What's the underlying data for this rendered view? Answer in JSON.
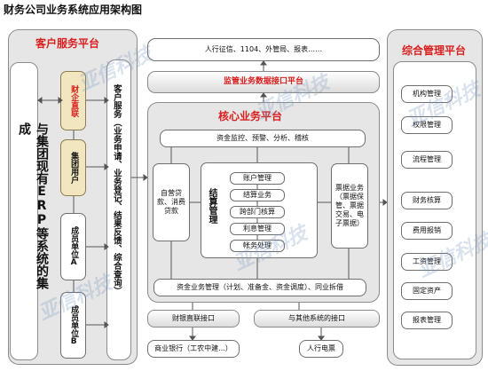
{
  "title": "财务公司业务系统应用架构图",
  "customer_platform": {
    "label": "客户服务平台",
    "erp_text": "与集团现有ERP等系统的集成",
    "finance_link": "财企直联",
    "group_user": "集团用户",
    "member_a": "成员单位A",
    "member_b": "成员单位B",
    "customer_service": "客户服务（业务申请、业务登记、结果反馈、综合查询）"
  },
  "top_reports": "人行征信、1104、外管局、报表……",
  "supervision_interface": "监管业务数据接口平台",
  "core_platform": {
    "label": "核心业务平台",
    "monitoring": "资金监控、预警、分析、稽核",
    "self_loans": "自营贷款、消费贷款",
    "settlement": "结算管理",
    "settlement_items": [
      "账户管理",
      "结算业务",
      "跨部门核算",
      "利息管理",
      "帐务处理"
    ],
    "bill_business": "票据业务（票据保管、票据交易、电子票据）",
    "fund_business": "资金业务管理（计划、准备金、资金调度）、同业拆借"
  },
  "bottom": {
    "cbrc_interface": "财银直联接口",
    "other_interface": "与其他系统的接口",
    "commercial_bank": "商业银行（工农中建...）",
    "pboc_ticket": "人行电票"
  },
  "management_platform": {
    "label": "综合管理平台",
    "items": [
      "机构管理",
      "权限管理",
      "流程管理",
      "财务核算",
      "费用报销",
      "工资管理",
      "固定资产",
      "报表管理"
    ]
  },
  "watermark_text": "亚信科技"
}
